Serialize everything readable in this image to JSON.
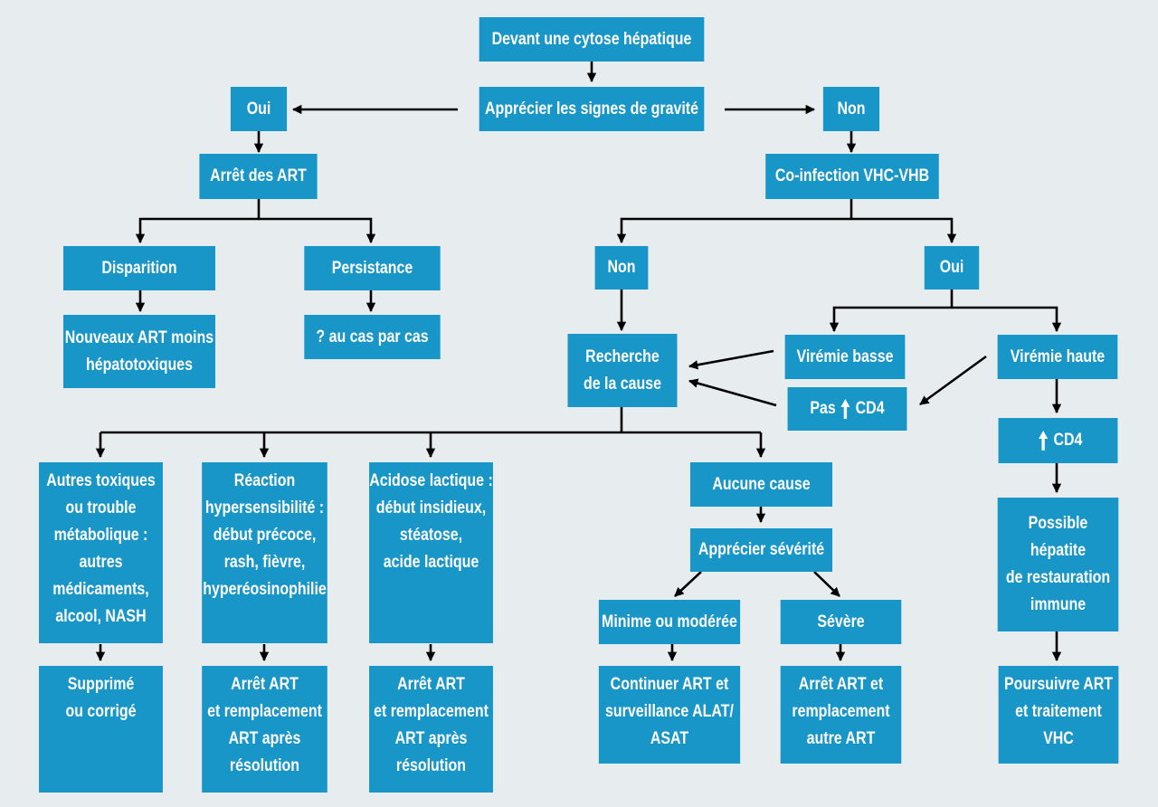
{
  "colors": {
    "box": "#1996c8",
    "text": "#ffffff",
    "background": "#e7ecee",
    "connector": "#000000"
  },
  "icons": {
    "increase": "up-arrow-icon"
  },
  "nodes": {
    "start": "Devant une cytose hépatique",
    "assess_gravity": "Apprécier les signes de gravité",
    "yes_gravity": "Oui",
    "no_gravity": "Non",
    "stop_art": "Arrêt des ART",
    "coinfection": "Co-infection VHC-VHB",
    "disappearance": "Disparition",
    "persistence": "Persistance",
    "new_art": "Nouveaux ART moins\nhépatotoxiques",
    "case_by_case": "? au cas par cas",
    "no_coinfection": "Non",
    "yes_coinfection": "Oui",
    "search_cause": "Recherche\nde la cause",
    "low_viremia": "Virémie basse",
    "high_viremia": "Virémie haute",
    "no_cd4_before": "Pas",
    "no_cd4_after": "CD4",
    "cd4_increase": "CD4",
    "other_toxics": "Autres toxiques\nou trouble\nmétabolique :\nautres\nmédicaments,\nalcool, NASH",
    "hypersensitivity": "Réaction\nhypersensibilité :\ndébut précoce,\nrash, fièvre,\nhyperéosinophilie",
    "lactic_acidosis": "Acidose lactique :\ndébut insidieux,\nstéatose,\nacide lactique",
    "no_cause": "Aucune cause",
    "assess_severity": "Apprécier sévérité",
    "minimal": "Minime ou modérée",
    "severe": "Sévère",
    "immune_restoration": "Possible\nhépatite\nde restauration\nimmune",
    "removed": "Supprimé\nou corrigé",
    "stop_replace_1": "Arrêt ART\net remplacement\nART après\nrésolution",
    "stop_replace_2": "Arrêt ART\net remplacement\nART après\nrésolution",
    "continue_art": "Continuer ART et\nsurveillance ALAT/\nASAT",
    "stop_replace_other": "Arrêt ART et\nremplacement\nautre ART",
    "continue_hcv": "Poursuivre ART\net traitement\nVHC"
  }
}
